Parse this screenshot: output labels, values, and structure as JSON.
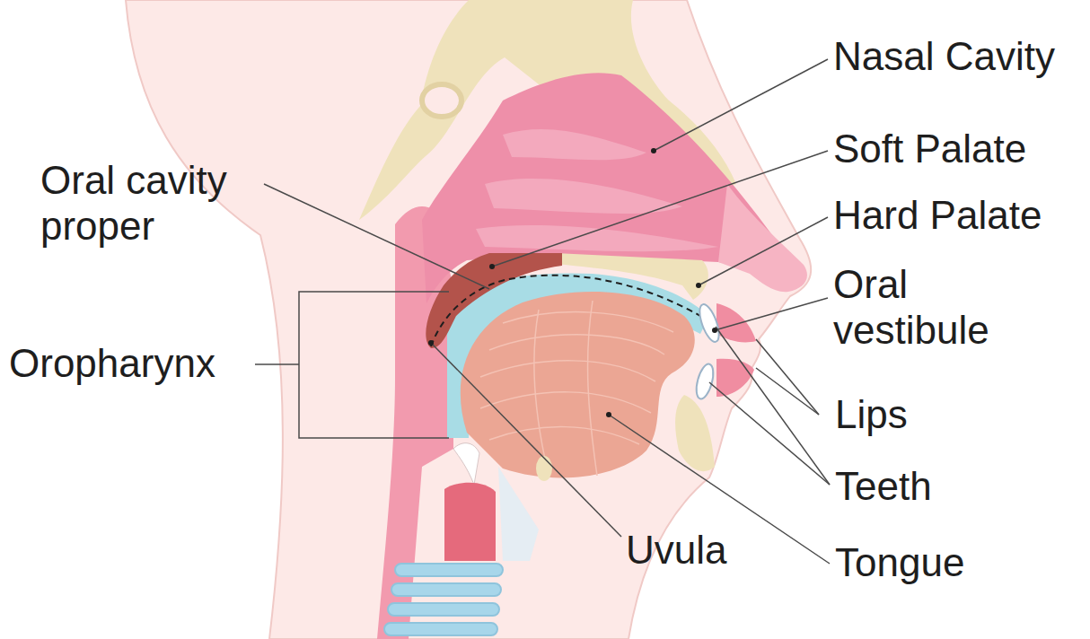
{
  "diagram": {
    "labels": [
      "Nasal Cavity",
      "Soft Palate",
      "Hard Palate",
      "Oral cavity proper",
      "Oral vestibule",
      "Oropharynx",
      "Lips",
      "Teeth",
      "Uvula",
      "Tongue"
    ]
  }
}
